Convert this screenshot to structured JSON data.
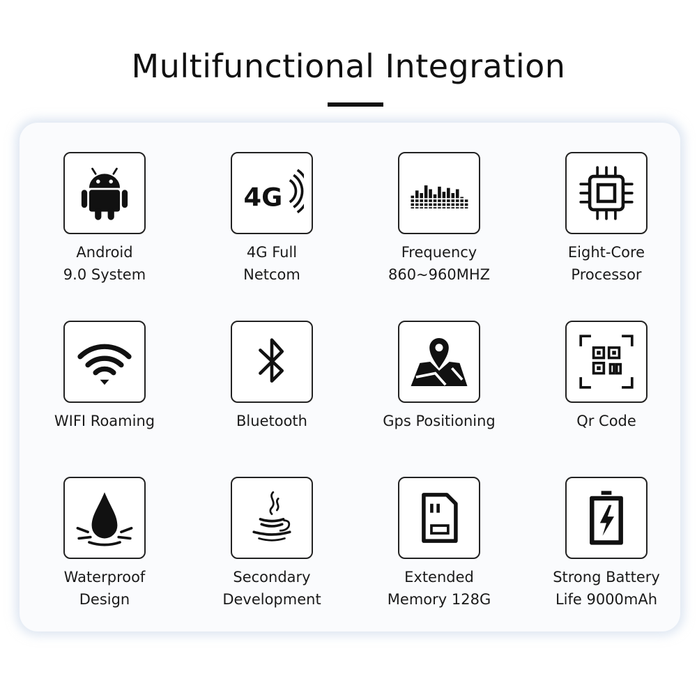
{
  "title": "Multifunctional Integration",
  "features": [
    {
      "label": "Android\n9.0 System",
      "icon": "android-icon"
    },
    {
      "label": "4G Full\nNetcom",
      "icon": "4g-signal-icon",
      "icon_text": "4G"
    },
    {
      "label": "Frequency\n860~960MHZ",
      "icon": "frequency-bars-icon"
    },
    {
      "label": "Eight-Core\nProcessor",
      "icon": "cpu-chip-icon"
    },
    {
      "label": "WIFI Roaming",
      "icon": "wifi-icon"
    },
    {
      "label": "Bluetooth",
      "icon": "bluetooth-icon"
    },
    {
      "label": "Gps Positioning",
      "icon": "map-pin-icon"
    },
    {
      "label": "Qr Code",
      "icon": "qr-scan-icon"
    },
    {
      "label": "Waterproof\nDesign",
      "icon": "water-drop-icon"
    },
    {
      "label": "Secondary\nDevelopment",
      "icon": "java-cup-icon"
    },
    {
      "label": "Extended\nMemory 128G",
      "icon": "sd-card-icon"
    },
    {
      "label": "Strong Battery\nLife 9000mAh",
      "icon": "battery-charge-icon"
    }
  ]
}
